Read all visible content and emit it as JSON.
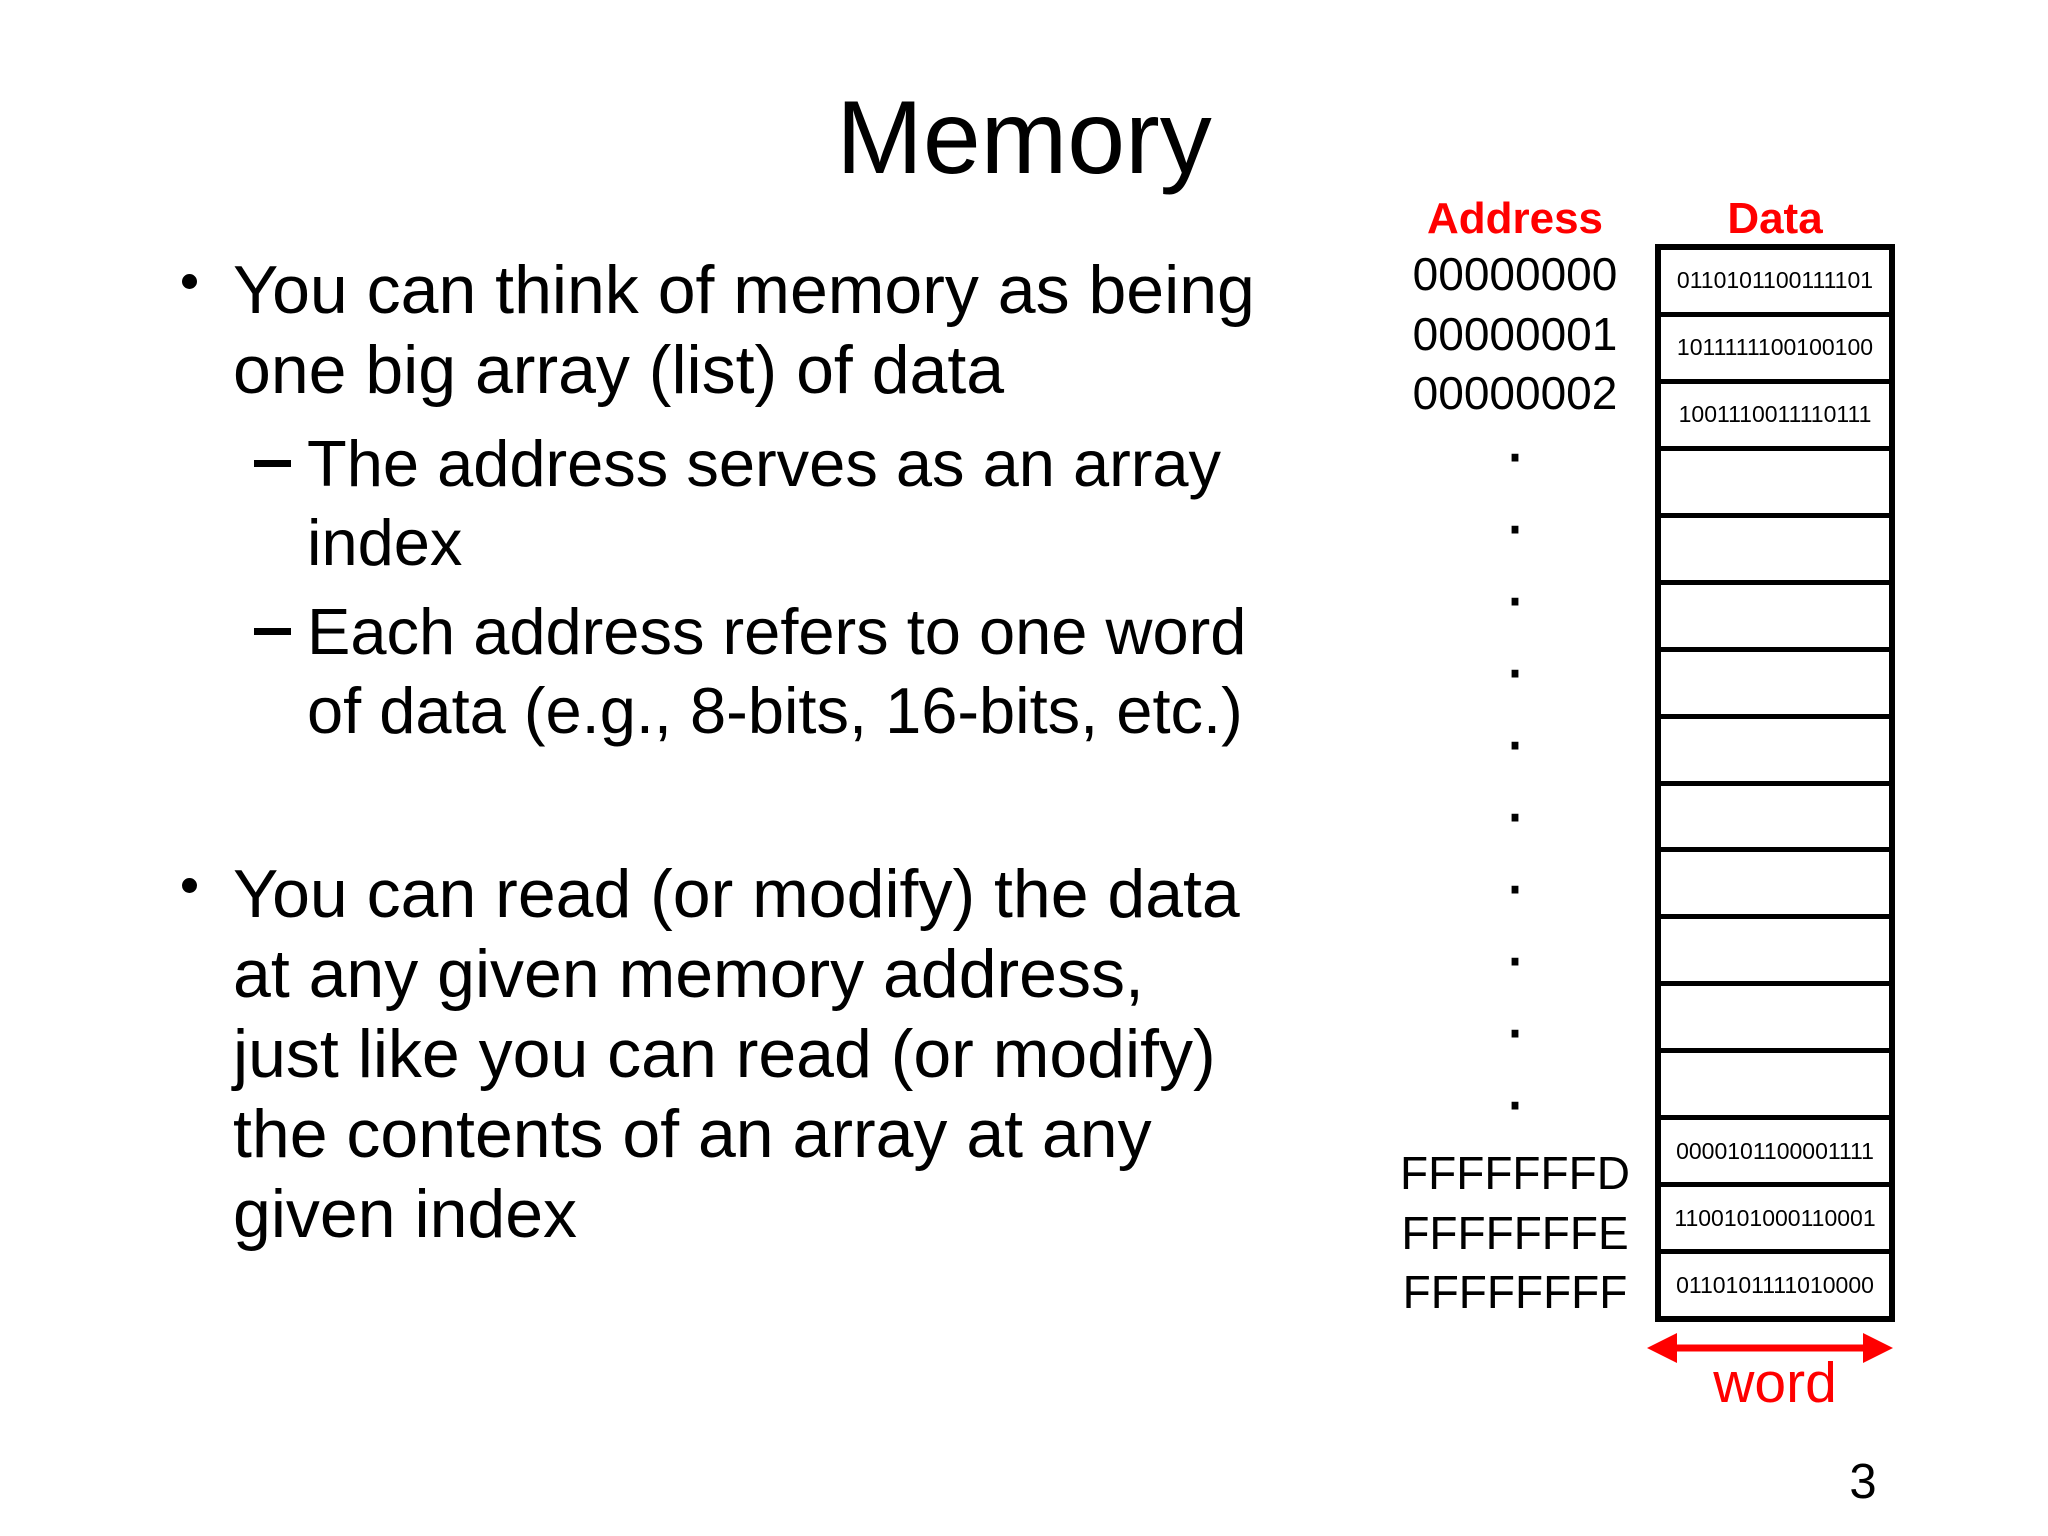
{
  "slide": {
    "title": "Memory",
    "page_number": "3"
  },
  "bullets": {
    "bullet1": "You can think of memory as being\none big array (list) of data",
    "sub1": "The address serves as an array\nindex",
    "sub2": "Each address refers to one word\nof data (e.g., 8-bits, 16-bits, etc.)",
    "bullet2": "You can read (or modify) the data\nat any given memory address,\njust like you can read (or modify)\nthe contents of an array at any\ngiven index"
  },
  "diagram": {
    "address_header": "Address",
    "data_header": "Data",
    "word_label": "word",
    "colors": {
      "accent_red": "#FF0000",
      "text_black": "#000000"
    },
    "rows": [
      {
        "address": "00000000",
        "data": "0110101100111101"
      },
      {
        "address": "00000001",
        "data": "1011111100100100"
      },
      {
        "address": "00000002",
        "data": "1001110011110111"
      },
      {
        "address": ".",
        "data": ""
      },
      {
        "address": ".",
        "data": ""
      },
      {
        "address": ".",
        "data": ""
      },
      {
        "address": ".",
        "data": ""
      },
      {
        "address": ".",
        "data": ""
      },
      {
        "address": ".",
        "data": ""
      },
      {
        "address": ".",
        "data": ""
      },
      {
        "address": ".",
        "data": ""
      },
      {
        "address": ".",
        "data": ""
      },
      {
        "address": ".",
        "data": ""
      },
      {
        "address": "FFFFFFFD",
        "data": "0000101100001111"
      },
      {
        "address": "FFFFFFFE",
        "data": "1100101000110001"
      },
      {
        "address": "FFFFFFFF",
        "data": "0110101111010000"
      }
    ]
  }
}
